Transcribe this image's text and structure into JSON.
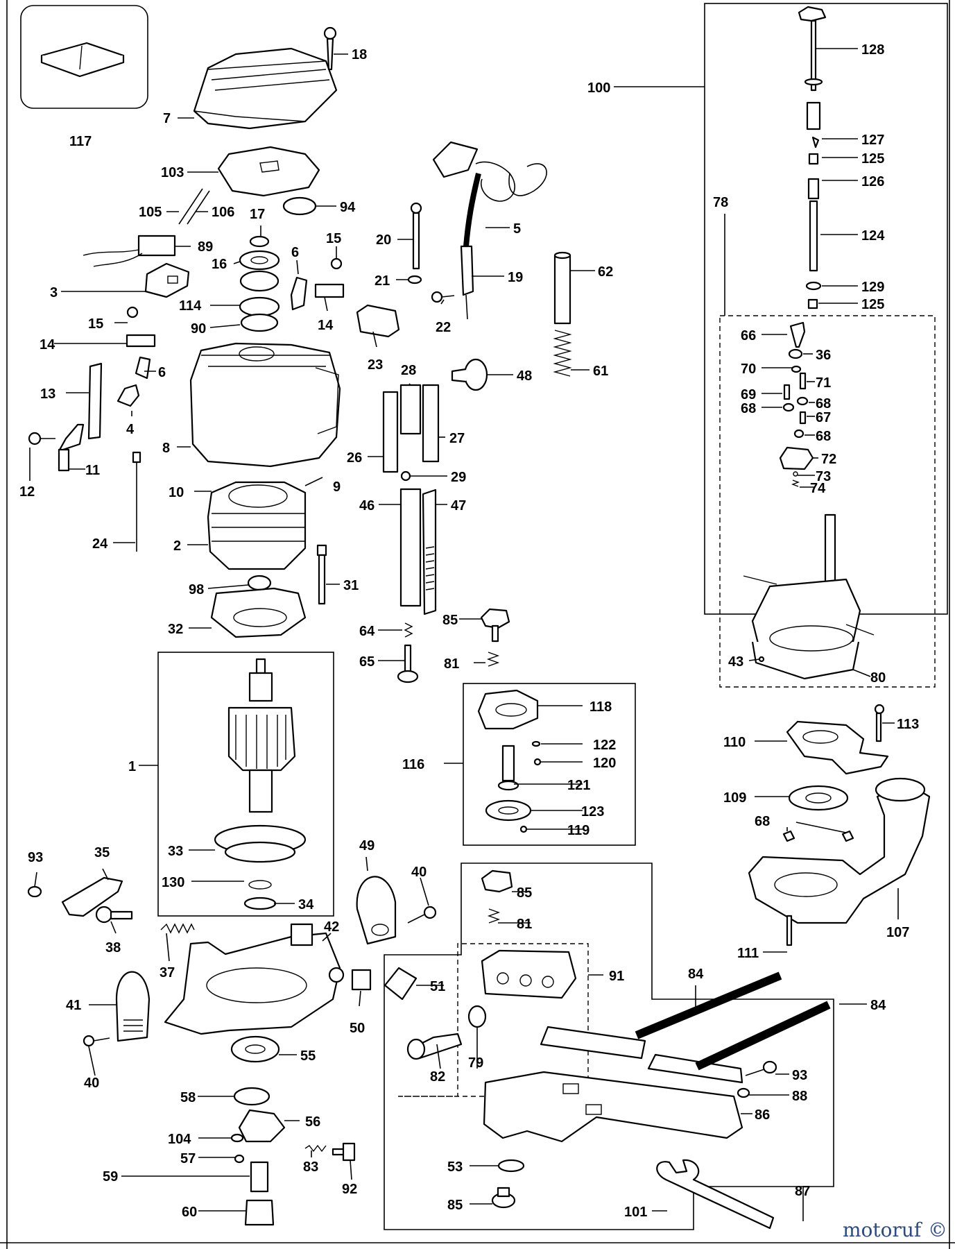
{
  "diagram": {
    "callouts": [
      {
        "id": "p117",
        "text": "117"
      },
      {
        "id": "p18",
        "text": "18"
      },
      {
        "id": "p7",
        "text": "7"
      },
      {
        "id": "p103",
        "text": "103"
      },
      {
        "id": "p105",
        "text": "105"
      },
      {
        "id": "p106",
        "text": "106"
      },
      {
        "id": "p17",
        "text": "17"
      },
      {
        "id": "p94",
        "text": "94"
      },
      {
        "id": "p89",
        "text": "89"
      },
      {
        "id": "p16",
        "text": "16"
      },
      {
        "id": "p6a",
        "text": "6"
      },
      {
        "id": "p15a",
        "text": "15"
      },
      {
        "id": "p3",
        "text": "3"
      },
      {
        "id": "p114",
        "text": "114"
      },
      {
        "id": "p15b",
        "text": "15"
      },
      {
        "id": "p90",
        "text": "90"
      },
      {
        "id": "p14a",
        "text": "14"
      },
      {
        "id": "p14b",
        "text": "14"
      },
      {
        "id": "p6b",
        "text": "6"
      },
      {
        "id": "p13",
        "text": "13"
      },
      {
        "id": "p4",
        "text": "4"
      },
      {
        "id": "p8",
        "text": "8"
      },
      {
        "id": "p11",
        "text": "11"
      },
      {
        "id": "p12",
        "text": "12"
      },
      {
        "id": "p10",
        "text": "10"
      },
      {
        "id": "p9",
        "text": "9"
      },
      {
        "id": "p24",
        "text": "24"
      },
      {
        "id": "p2",
        "text": "2"
      },
      {
        "id": "p31",
        "text": "31"
      },
      {
        "id": "p98",
        "text": "98"
      },
      {
        "id": "p32",
        "text": "32"
      },
      {
        "id": "p1",
        "text": "1"
      },
      {
        "id": "p33",
        "text": "33"
      },
      {
        "id": "p130",
        "text": "130"
      },
      {
        "id": "p34",
        "text": "34"
      },
      {
        "id": "p93a",
        "text": "93"
      },
      {
        "id": "p35",
        "text": "35"
      },
      {
        "id": "p38",
        "text": "38"
      },
      {
        "id": "p37",
        "text": "37"
      },
      {
        "id": "p42",
        "text": "42"
      },
      {
        "id": "p41",
        "text": "41"
      },
      {
        "id": "p40a",
        "text": "40"
      },
      {
        "id": "p55",
        "text": "55"
      },
      {
        "id": "p58",
        "text": "58"
      },
      {
        "id": "p56",
        "text": "56"
      },
      {
        "id": "p104",
        "text": "104"
      },
      {
        "id": "p57",
        "text": "57"
      },
      {
        "id": "p83",
        "text": "83"
      },
      {
        "id": "p92",
        "text": "92"
      },
      {
        "id": "p59",
        "text": "59"
      },
      {
        "id": "p60",
        "text": "60"
      },
      {
        "id": "p20",
        "text": "20"
      },
      {
        "id": "p5",
        "text": "5"
      },
      {
        "id": "p21",
        "text": "21"
      },
      {
        "id": "p19",
        "text": "19"
      },
      {
        "id": "p22",
        "text": "22"
      },
      {
        "id": "p62",
        "text": "62"
      },
      {
        "id": "p23",
        "text": "23"
      },
      {
        "id": "p28",
        "text": "28"
      },
      {
        "id": "p48",
        "text": "48"
      },
      {
        "id": "p61",
        "text": "61"
      },
      {
        "id": "p26",
        "text": "26"
      },
      {
        "id": "p27",
        "text": "27"
      },
      {
        "id": "p29",
        "text": "29"
      },
      {
        "id": "p46",
        "text": "46"
      },
      {
        "id": "p47",
        "text": "47"
      },
      {
        "id": "p85a",
        "text": "85"
      },
      {
        "id": "p64",
        "text": "64"
      },
      {
        "id": "p81a",
        "text": "81"
      },
      {
        "id": "p65",
        "text": "65"
      },
      {
        "id": "p118",
        "text": "118"
      },
      {
        "id": "p122",
        "text": "122"
      },
      {
        "id": "p116",
        "text": "116"
      },
      {
        "id": "p120",
        "text": "120"
      },
      {
        "id": "p121",
        "text": "121"
      },
      {
        "id": "p123",
        "text": "123"
      },
      {
        "id": "p119",
        "text": "119"
      },
      {
        "id": "p49",
        "text": "49"
      },
      {
        "id": "p40b",
        "text": "40"
      },
      {
        "id": "p85b",
        "text": "85"
      },
      {
        "id": "p81b",
        "text": "81"
      },
      {
        "id": "p91",
        "text": "91"
      },
      {
        "id": "p51",
        "text": "51"
      },
      {
        "id": "p50",
        "text": "50"
      },
      {
        "id": "p82",
        "text": "82"
      },
      {
        "id": "p79",
        "text": "79"
      },
      {
        "id": "p53",
        "text": "53"
      },
      {
        "id": "p85c",
        "text": "85"
      },
      {
        "id": "p87",
        "text": "87"
      },
      {
        "id": "p100",
        "text": "100"
      },
      {
        "id": "p128",
        "text": "128"
      },
      {
        "id": "p127",
        "text": "127"
      },
      {
        "id": "p125a",
        "text": "125"
      },
      {
        "id": "p126",
        "text": "126"
      },
      {
        "id": "p78",
        "text": "78"
      },
      {
        "id": "p124",
        "text": "124"
      },
      {
        "id": "p129",
        "text": "129"
      },
      {
        "id": "p125b",
        "text": "125"
      },
      {
        "id": "p66",
        "text": "66"
      },
      {
        "id": "p36",
        "text": "36"
      },
      {
        "id": "p70",
        "text": "70"
      },
      {
        "id": "p71",
        "text": "71"
      },
      {
        "id": "p69",
        "text": "69"
      },
      {
        "id": "p68a",
        "text": "68"
      },
      {
        "id": "p68b",
        "text": "68"
      },
      {
        "id": "p67",
        "text": "67"
      },
      {
        "id": "p68c",
        "text": "68"
      },
      {
        "id": "p72",
        "text": "72"
      },
      {
        "id": "p73",
        "text": "73"
      },
      {
        "id": "p74",
        "text": "74"
      },
      {
        "id": "p43",
        "text": "43"
      },
      {
        "id": "p80",
        "text": "80"
      },
      {
        "id": "p113",
        "text": "113"
      },
      {
        "id": "p110",
        "text": "110"
      },
      {
        "id": "p109",
        "text": "109"
      },
      {
        "id": "p68d",
        "text": "68"
      },
      {
        "id": "p107",
        "text": "107"
      },
      {
        "id": "p111",
        "text": "111"
      },
      {
        "id": "p84a",
        "text": "84"
      },
      {
        "id": "p84b",
        "text": "84"
      },
      {
        "id": "p93b",
        "text": "93"
      },
      {
        "id": "p88",
        "text": "88"
      },
      {
        "id": "p86",
        "text": "86"
      },
      {
        "id": "p101",
        "text": "101"
      }
    ],
    "watermark": "motoruf",
    "watermark_symbol": "©"
  }
}
